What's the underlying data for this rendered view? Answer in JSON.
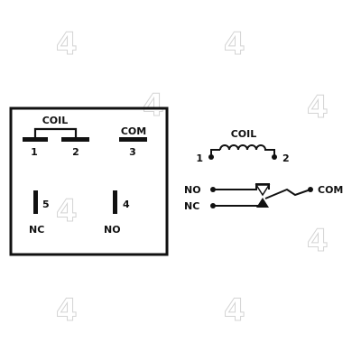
{
  "watermark": {
    "text": "4"
  },
  "pinout": {
    "coil_label": "COIL",
    "com_label": "COM",
    "pin1": "1",
    "pin2": "2",
    "pin3": "3",
    "pin5": "5",
    "pin4": "4",
    "nc_label": "NC",
    "no_label": "NO"
  },
  "schematic": {
    "coil_label": "COIL",
    "coil_pin1": "1",
    "coil_pin2": "2",
    "no_label": "NO",
    "nc_label": "NC",
    "com_label": "COM"
  }
}
